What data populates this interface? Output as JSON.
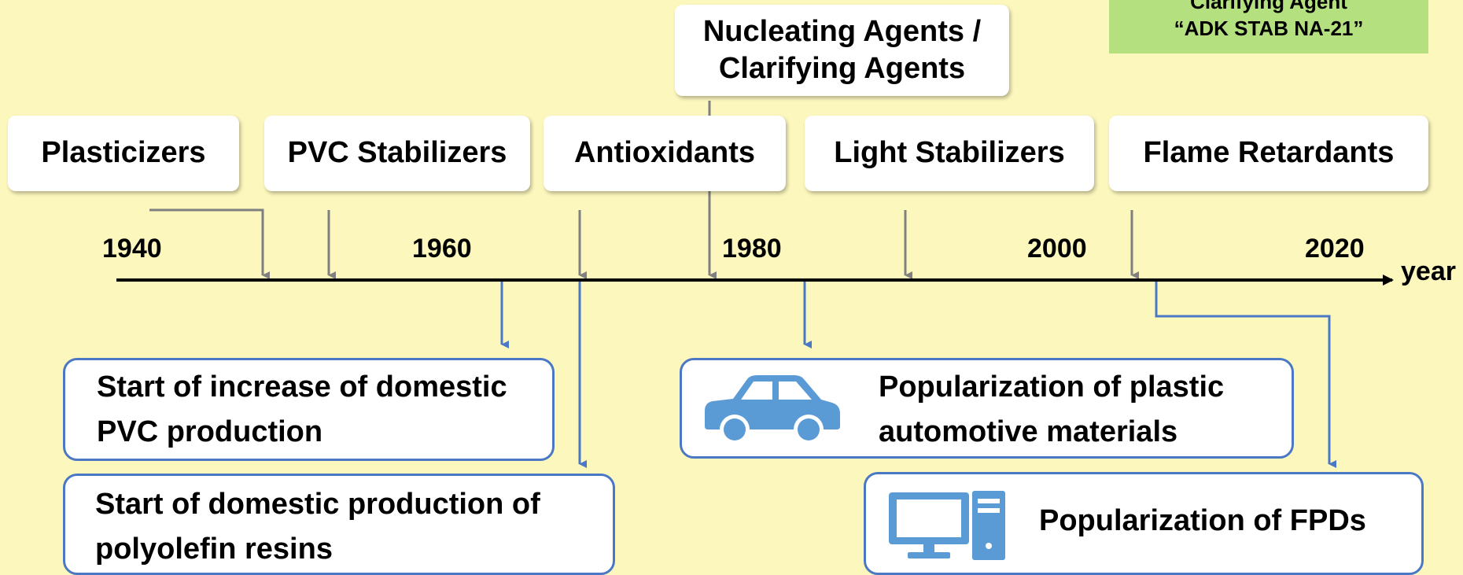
{
  "additives": [
    {
      "label": "Plasticizers"
    },
    {
      "label": "PVC Stabilizers"
    },
    {
      "label": "Antioxidants"
    },
    {
      "label": "Nucleating Agents / Clarifying Agents"
    },
    {
      "label": "Light Stabilizers"
    },
    {
      "label": "Flame Retardants"
    }
  ],
  "highlight": {
    "line1": "Clarifying Agent",
    "line2": "“ADK STAB NA-21”"
  },
  "axis": {
    "years": [
      "1940",
      "1960",
      "1980",
      "2000",
      "2020"
    ],
    "unit": "year"
  },
  "events": [
    {
      "text": "Start of increase of domestic PVC production",
      "icon": "none"
    },
    {
      "text": "Start of domestic production of polyolefin resins",
      "icon": "none"
    },
    {
      "text": "Popularization of plastic automotive materials",
      "icon": "car-icon"
    },
    {
      "text": "Popularization of FPDs",
      "icon": "computer-icon"
    }
  ],
  "colors": {
    "background": "#fcf7bd",
    "additive_arrow": "#808080",
    "event_arrow": "#4a78c4",
    "event_border": "#4a78c4",
    "highlight_box": "#b5e07f",
    "icon": "#5b9bd5"
  }
}
